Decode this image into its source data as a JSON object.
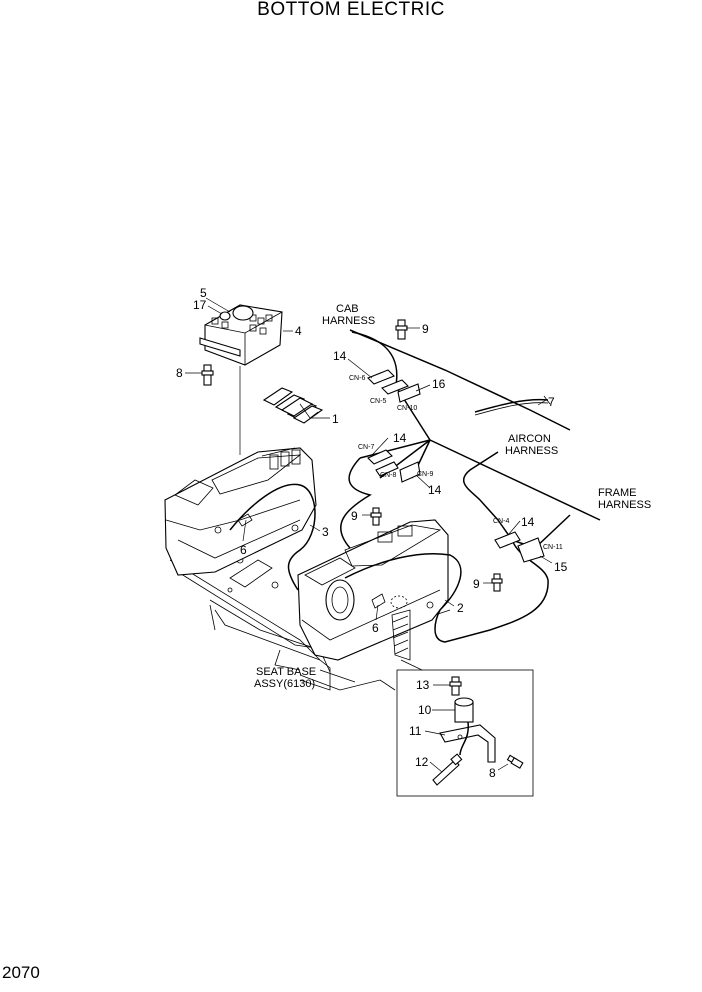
{
  "title": "BOTTOM ELECTRIC",
  "page_number": "2070",
  "callouts": {
    "c1": "1",
    "c2": "2",
    "c3": "3",
    "c4": "4",
    "c5": "5",
    "c6a": "6",
    "c6b": "6",
    "c7": "7",
    "c8a": "8",
    "c8b": "8",
    "c9a": "9",
    "c9b": "9",
    "c9c": "9",
    "c10": "10",
    "c11": "11",
    "c12": "12",
    "c13": "13",
    "c14a": "14",
    "c14b": "14",
    "c14c": "14",
    "c14d": "14",
    "c15": "15",
    "c16": "16",
    "c17": "17"
  },
  "labels": {
    "cab_harness": [
      "CAB",
      "HARNESS"
    ],
    "aircon_harness": [
      "AIRCON",
      "HARNESS"
    ],
    "frame_harness": [
      "FRAME",
      "HARNESS"
    ],
    "seat_base": [
      "SEAT BASE",
      "ASSY(6130)"
    ]
  },
  "connectors": {
    "cn4": "CN-4",
    "cn5": "CN-5",
    "cn6": "CN-6",
    "cn7": "CN-7",
    "cn8": "CN-8",
    "cn9": "CN-9",
    "cn10": "CN-10",
    "cn11": "CN-11"
  }
}
